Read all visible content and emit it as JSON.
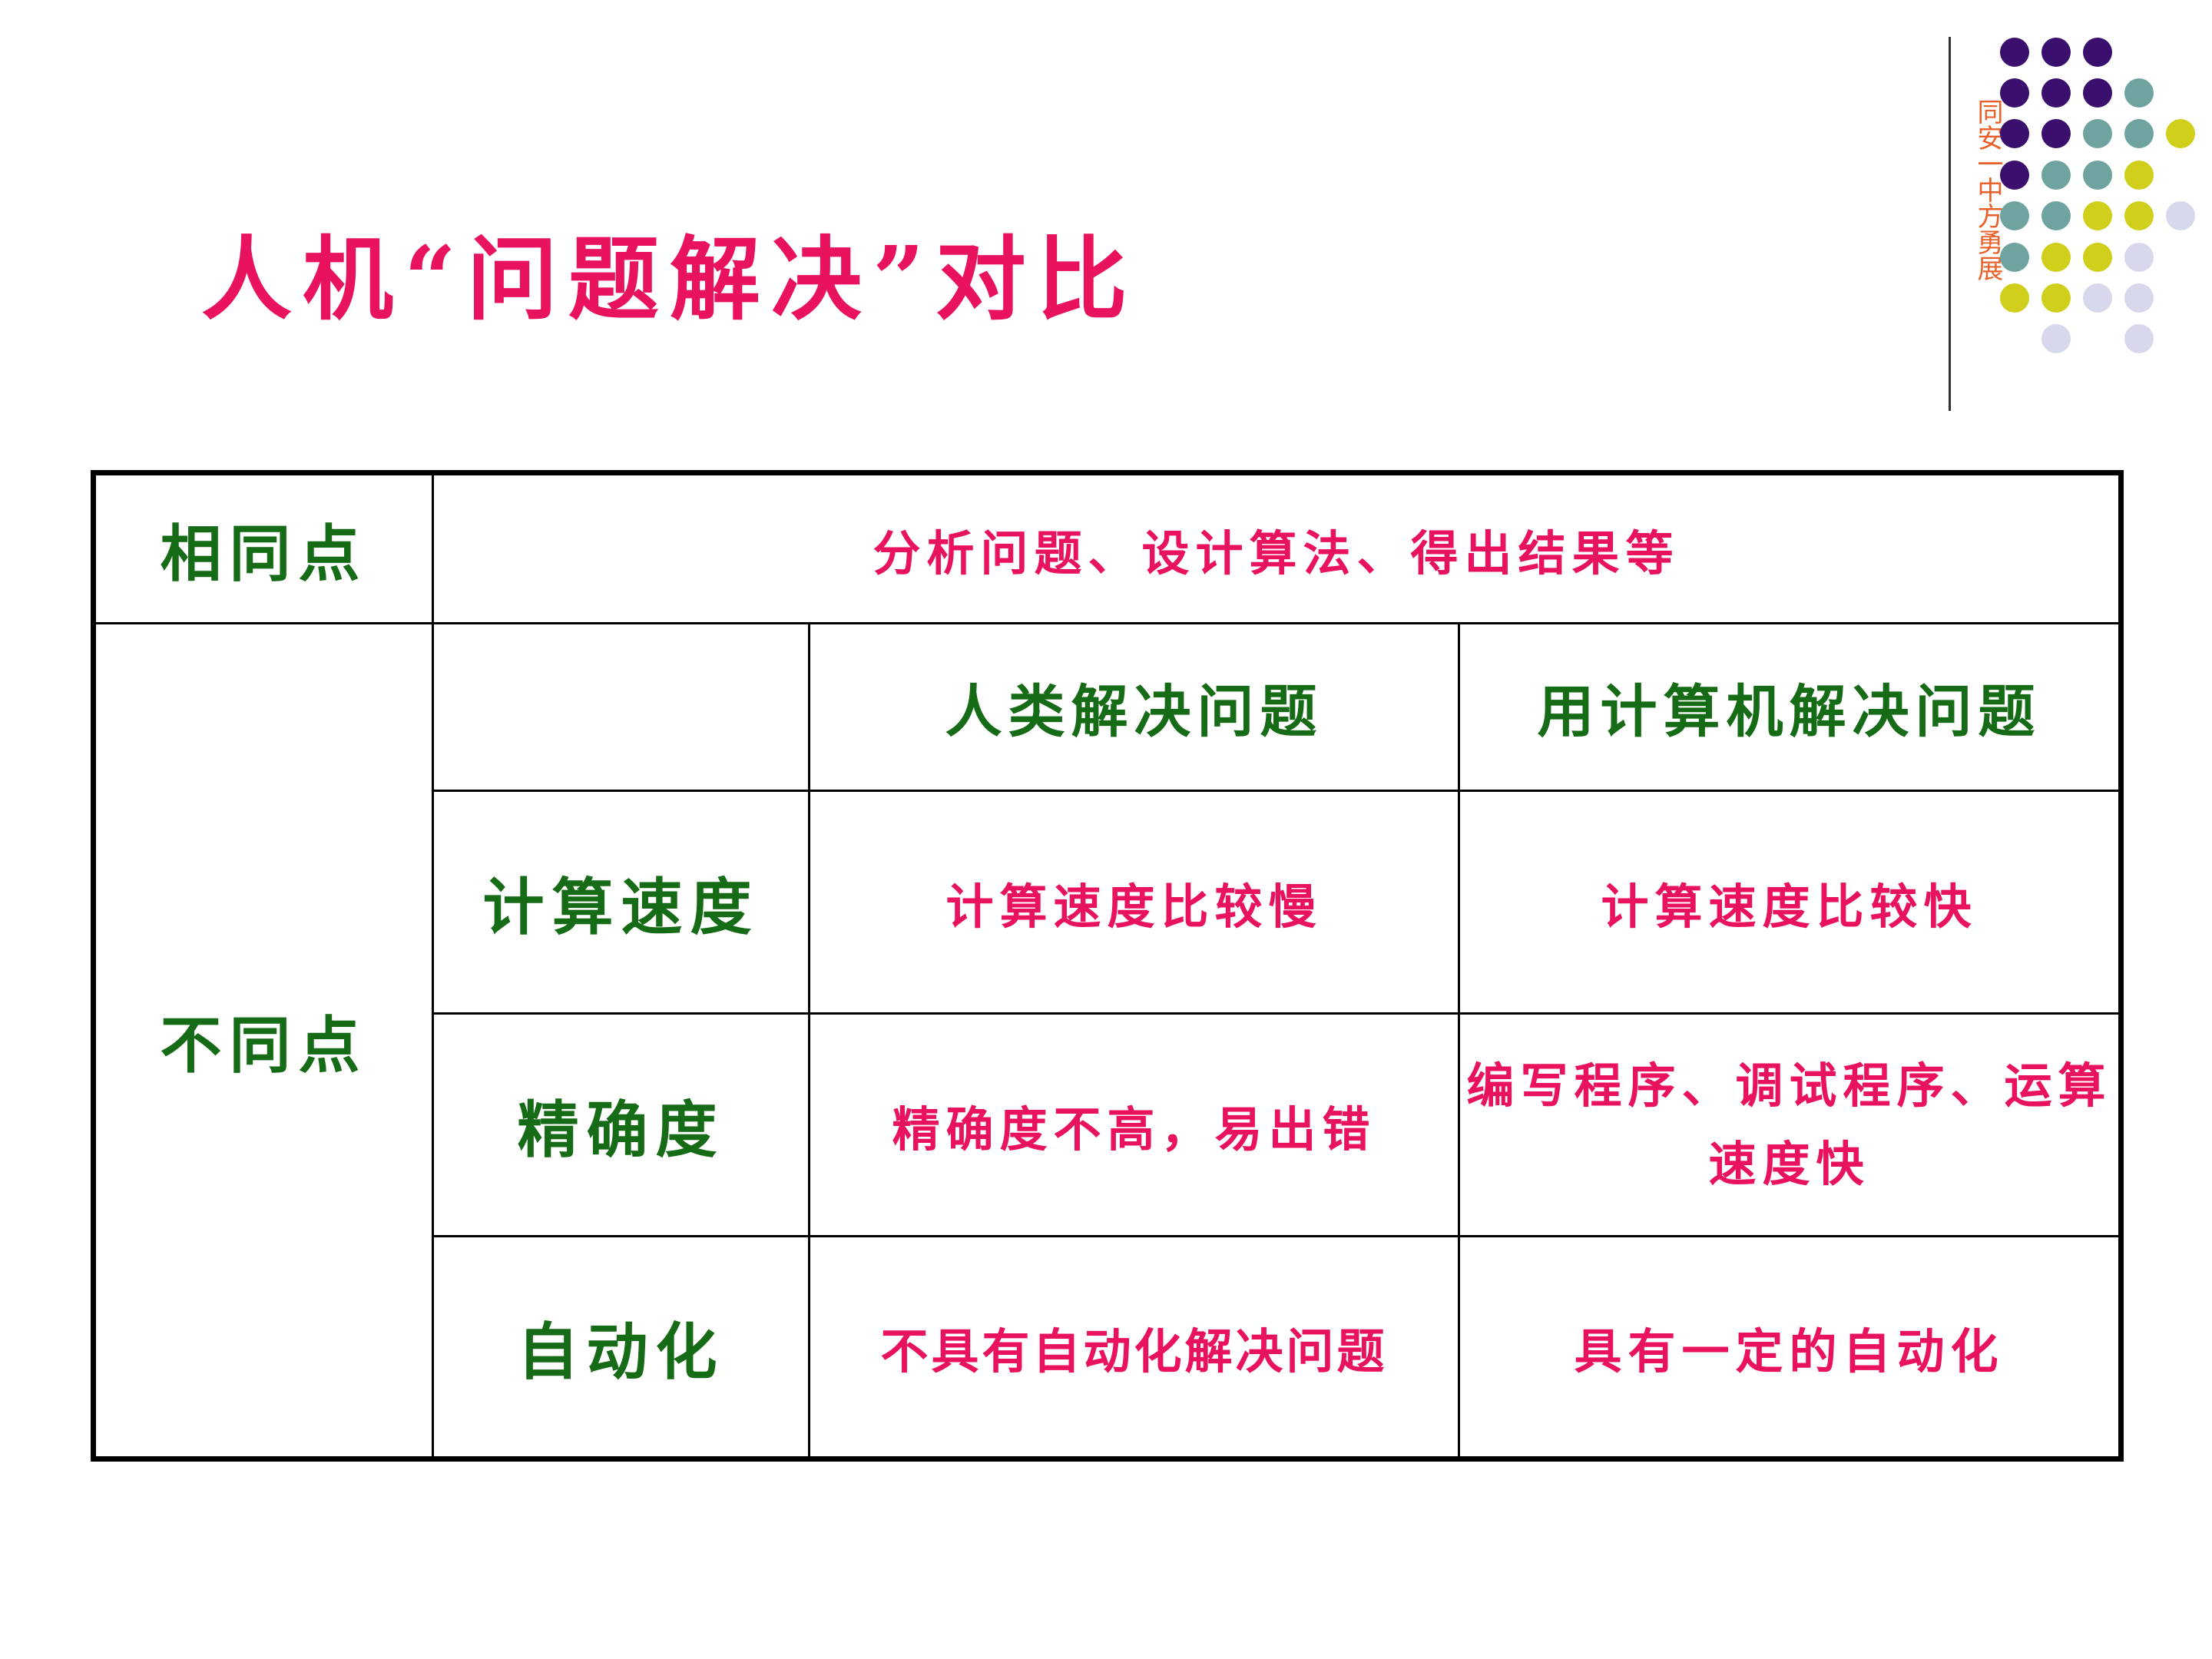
{
  "title": "人机“问题解决”对比",
  "credit": "同安一中方勇展",
  "colors": {
    "title": "#e8125e",
    "header_green": "#166b16",
    "cell_pink": "#e8125e",
    "dot_purple": "#3a0f6e",
    "dot_teal": "#6fa3a0",
    "dot_yellow": "#cfcf1c",
    "dot_lavender": "#d8d8ec"
  },
  "table": {
    "same_label": "相同点",
    "same_value": "分析问题、设计算法、得出结果等",
    "diff_label": "不同点",
    "col_headers": [
      "人类解决问题",
      "用计算机解决问题"
    ],
    "rows": [
      {
        "label": "计算速度",
        "human": "计算速度比较慢",
        "computer": "计算速度比较快"
      },
      {
        "label": "精确度",
        "human": "精确度不高，易出错",
        "computer": "编写程序、调试程序、运算速度快"
      },
      {
        "label": "自动化",
        "human": "不具有自动化解决问题",
        "computer": "具有一定的自动化"
      }
    ]
  }
}
